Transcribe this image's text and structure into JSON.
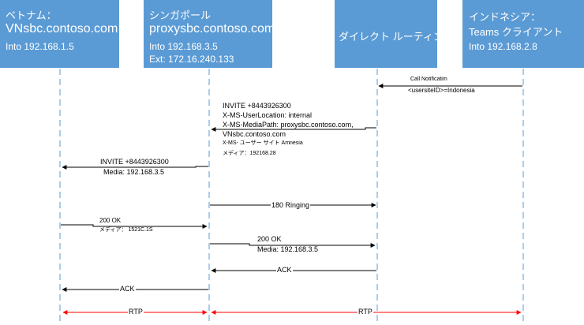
{
  "participants": {
    "vietnam": {
      "line1": "ベトナム：",
      "line2": "VNsbc.contoso.com",
      "line3": "Into 192.168.1.5"
    },
    "singapore": {
      "line1": "シンガポール",
      "line2": "proxysbc.contoso.com",
      "line3": "Into 192.168.3.5",
      "line4": "Ext: 172.16.240.133"
    },
    "direct_routing": {
      "line1": "ダイレクト ルーティング"
    },
    "indonesia": {
      "line1": "インドネシア：",
      "line2": "Teams クライアント",
      "line3": "Into 192.168.2.8"
    }
  },
  "messages": {
    "call_notification": {
      "line1": "Call Notificatim",
      "line2": "<usersiteID>=Indonesia"
    },
    "invite_singapore": {
      "line1": "INVITE +8443926300",
      "line2": "X-MS-UserLocation: internal",
      "line3": "X-MS-MediaPath: proxysbc.contoso.com,",
      "line4": "VNsbc.contoso.com",
      "line5": "X-MS- ユーザー サイト Amnesia",
      "line6": "メディア：192168.28"
    },
    "invite_vietnam": {
      "line1": "INVITE +8443926300",
      "line2": "Media: 192.168.3.5"
    },
    "ringing": {
      "line1": "180 Ringing"
    },
    "ok_vietnam": {
      "line1": "200 OK",
      "line2": "メディア： 1521C.1S"
    },
    "ok_direct": {
      "line1": "200 OK",
      "line2": "Media: 192.168.3.5"
    },
    "ack_direct": {
      "line1": "ACK"
    },
    "ack_vietnam": {
      "line1": "ACK"
    },
    "rtp_left": {
      "line1": "RTP"
    },
    "rtp_right": {
      "line1": "RTP"
    }
  },
  "colors": {
    "box": "#5b9bd5",
    "lifeline": "#5b9bd5",
    "arrow": "#000000",
    "rtp": "#ff0000"
  }
}
